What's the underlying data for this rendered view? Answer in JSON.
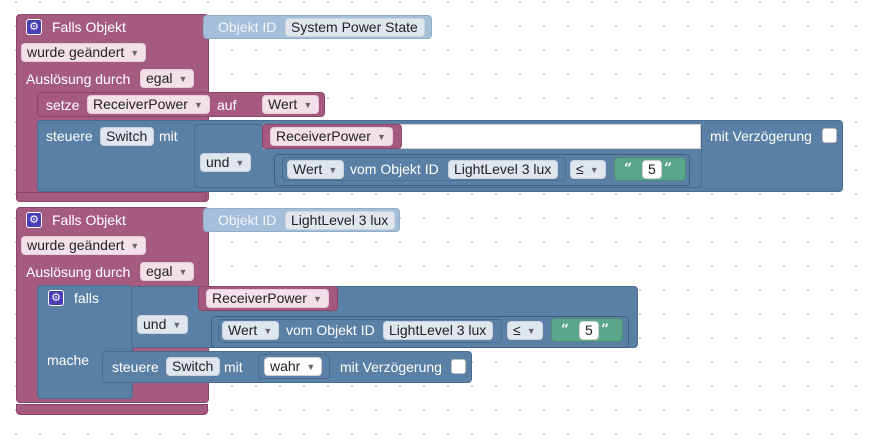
{
  "block1": {
    "header": "Falls Objekt",
    "object_label": "Objekt ID",
    "object_value": "System Power State",
    "trigger_mode": "wurde geändert",
    "trigger_by_label": "Auslösung durch",
    "trigger_by_value": "egal",
    "set_label": "setze",
    "set_var": "ReceiverPower",
    "to_label": "auf",
    "to_value": "Wert",
    "control_label": "steuere",
    "control_target": "Switch",
    "with_label": "mit",
    "and_label": "und",
    "and_var": "ReceiverPower",
    "cmp_value_label": "Wert",
    "cmp_from_label": "vom Objekt ID",
    "cmp_object": "LightLevel 3 lux",
    "cmp_op": "≤",
    "cmp_number": "5",
    "delay_label": "mit Verzögerung"
  },
  "block2": {
    "header": "Falls Objekt",
    "object_label": "Objekt ID",
    "object_value": "LightLevel 3 lux",
    "trigger_mode": "wurde geändert",
    "trigger_by_label": "Auslösung durch",
    "trigger_by_value": "egal",
    "if_label": "falls",
    "do_label": "mache",
    "and_label": "und",
    "and_var": "ReceiverPower",
    "cmp_value_label": "Wert",
    "cmp_from_label": "vom Objekt ID",
    "cmp_object": "LightLevel 3 lux",
    "cmp_op": "≤",
    "cmp_number": "5",
    "control_label": "steuere",
    "control_target": "Switch",
    "with_label": "mit",
    "with_value": "wahr",
    "delay_label": "mit Verzögerung"
  },
  "colors": {
    "event": "#a55b80",
    "action": "#5b80a5",
    "text": "#5ba58c",
    "selector": "#a5bfd9"
  },
  "icons": {
    "gear": "gear-icon",
    "dropdown": "dropdown-arrow-icon",
    "checkbox": "checkbox-icon"
  }
}
